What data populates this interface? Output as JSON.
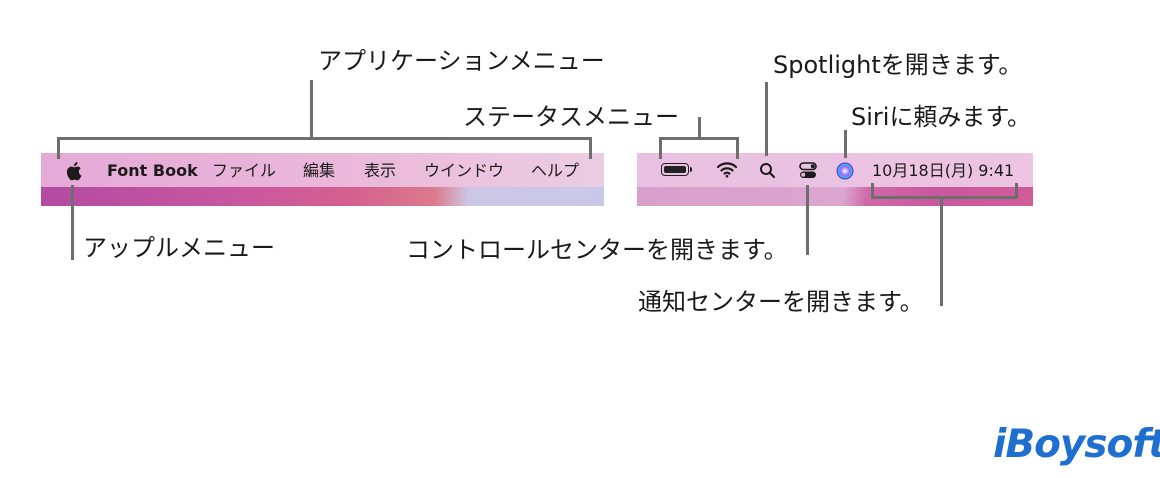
{
  "annotations": {
    "application_menu": "アプリケーションメニュー",
    "spotlight": "Spotlightを開きます。",
    "status_menu": "ステータスメニュー",
    "siri": "Siriに頼みます。",
    "apple_menu": "アップルメニュー",
    "control_center": "コントロールセンターを開きます。",
    "notification_center": "通知センターを開きます。"
  },
  "menubar": {
    "app_name": "Font Book",
    "items": [
      "ファイル",
      "編集",
      "表示",
      "ウインドウ",
      "ヘルプ"
    ],
    "datetime": "10月18日(月)  9:41"
  },
  "icons": {
    "apple": "apple-logo-icon",
    "battery": "battery-icon",
    "wifi": "wifi-icon",
    "spotlight": "search-icon",
    "control_center": "control-center-icon",
    "siri": "siri-icon"
  },
  "brand": {
    "name": "iBoysoft",
    "color": "#1f6fd0"
  }
}
